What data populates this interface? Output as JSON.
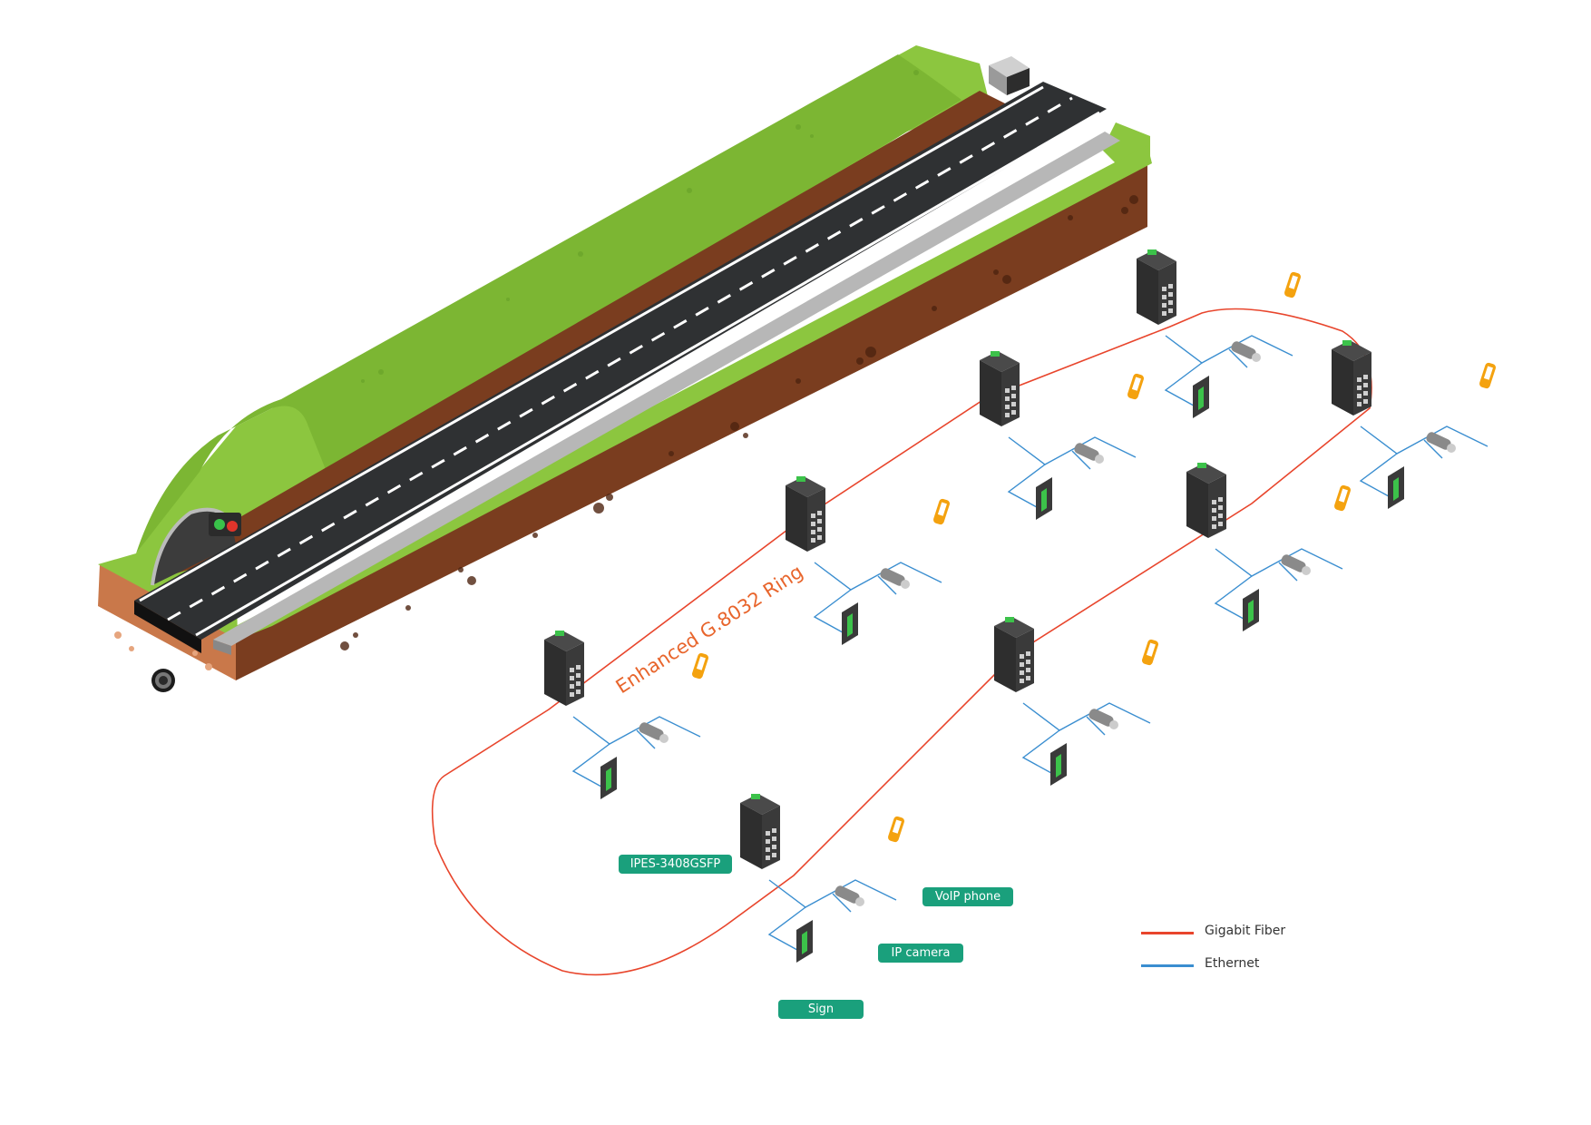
{
  "colors": {
    "fiber": "#e8452c",
    "ethernet": "#3a8ed0",
    "grass": "#8cc63f",
    "grass_dark": "#6ea82c",
    "soil": "#7a3d1f",
    "soil_light": "#c9784a",
    "road": "#2f3133",
    "switch_body": "#3a3a3a",
    "switch_led": "#3cc24a",
    "voip": "#f4a20f",
    "tag_bg": "#1aa07c"
  },
  "icons": {
    "switch": "industrial-switch-icon",
    "voip": "voip-phone-icon",
    "camera": "ip-camera-icon",
    "sign": "traffic-sign-icon",
    "traffic_light": "traffic-light-icon",
    "tunnel": "tunnel-illustration"
  },
  "ring_label": "Enhanced G.8032 Ring",
  "device_labels": {
    "switch": "IPES-3408GSFP",
    "voip": "VoIP phone",
    "camera": "IP camera",
    "sign": "Sign"
  },
  "legend": {
    "fiber": "Gigabit Fiber",
    "ethernet": "Ethernet"
  }
}
